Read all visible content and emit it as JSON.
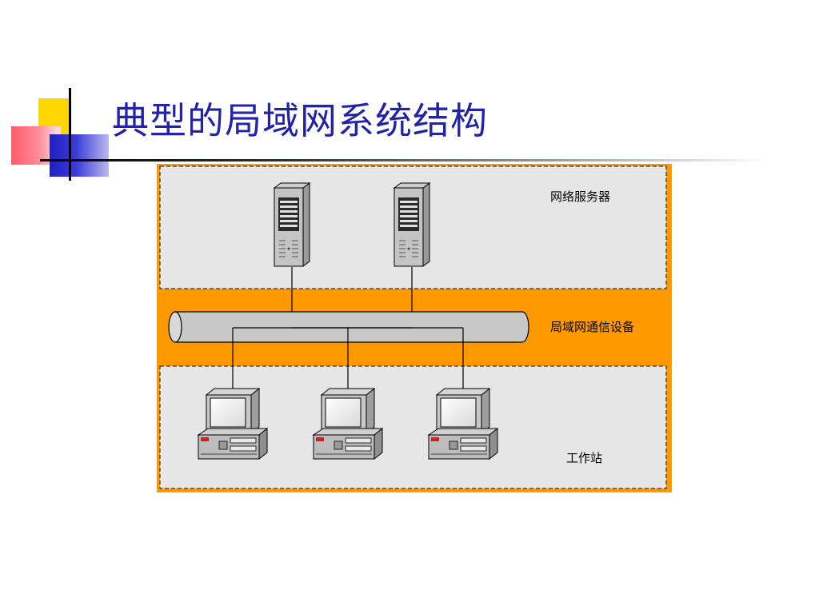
{
  "slide": {
    "title": "典型的局域网系统结构"
  },
  "diagram": {
    "server_zone_label": "网络服务器",
    "network_zone_label": "局域网通信设备",
    "workstation_zone_label": "工作站",
    "servers": [
      {
        "icon": "server-tower-icon"
      },
      {
        "icon": "server-tower-icon"
      }
    ],
    "workstations": [
      {
        "icon": "desktop-computer-icon"
      },
      {
        "icon": "desktop-computer-icon"
      },
      {
        "icon": "desktop-computer-icon"
      }
    ]
  },
  "colors": {
    "title": "#2323a8",
    "band": "#FF9900",
    "zone_fill": "#E6E6E6",
    "bus_fill": "#C8C8C8"
  }
}
